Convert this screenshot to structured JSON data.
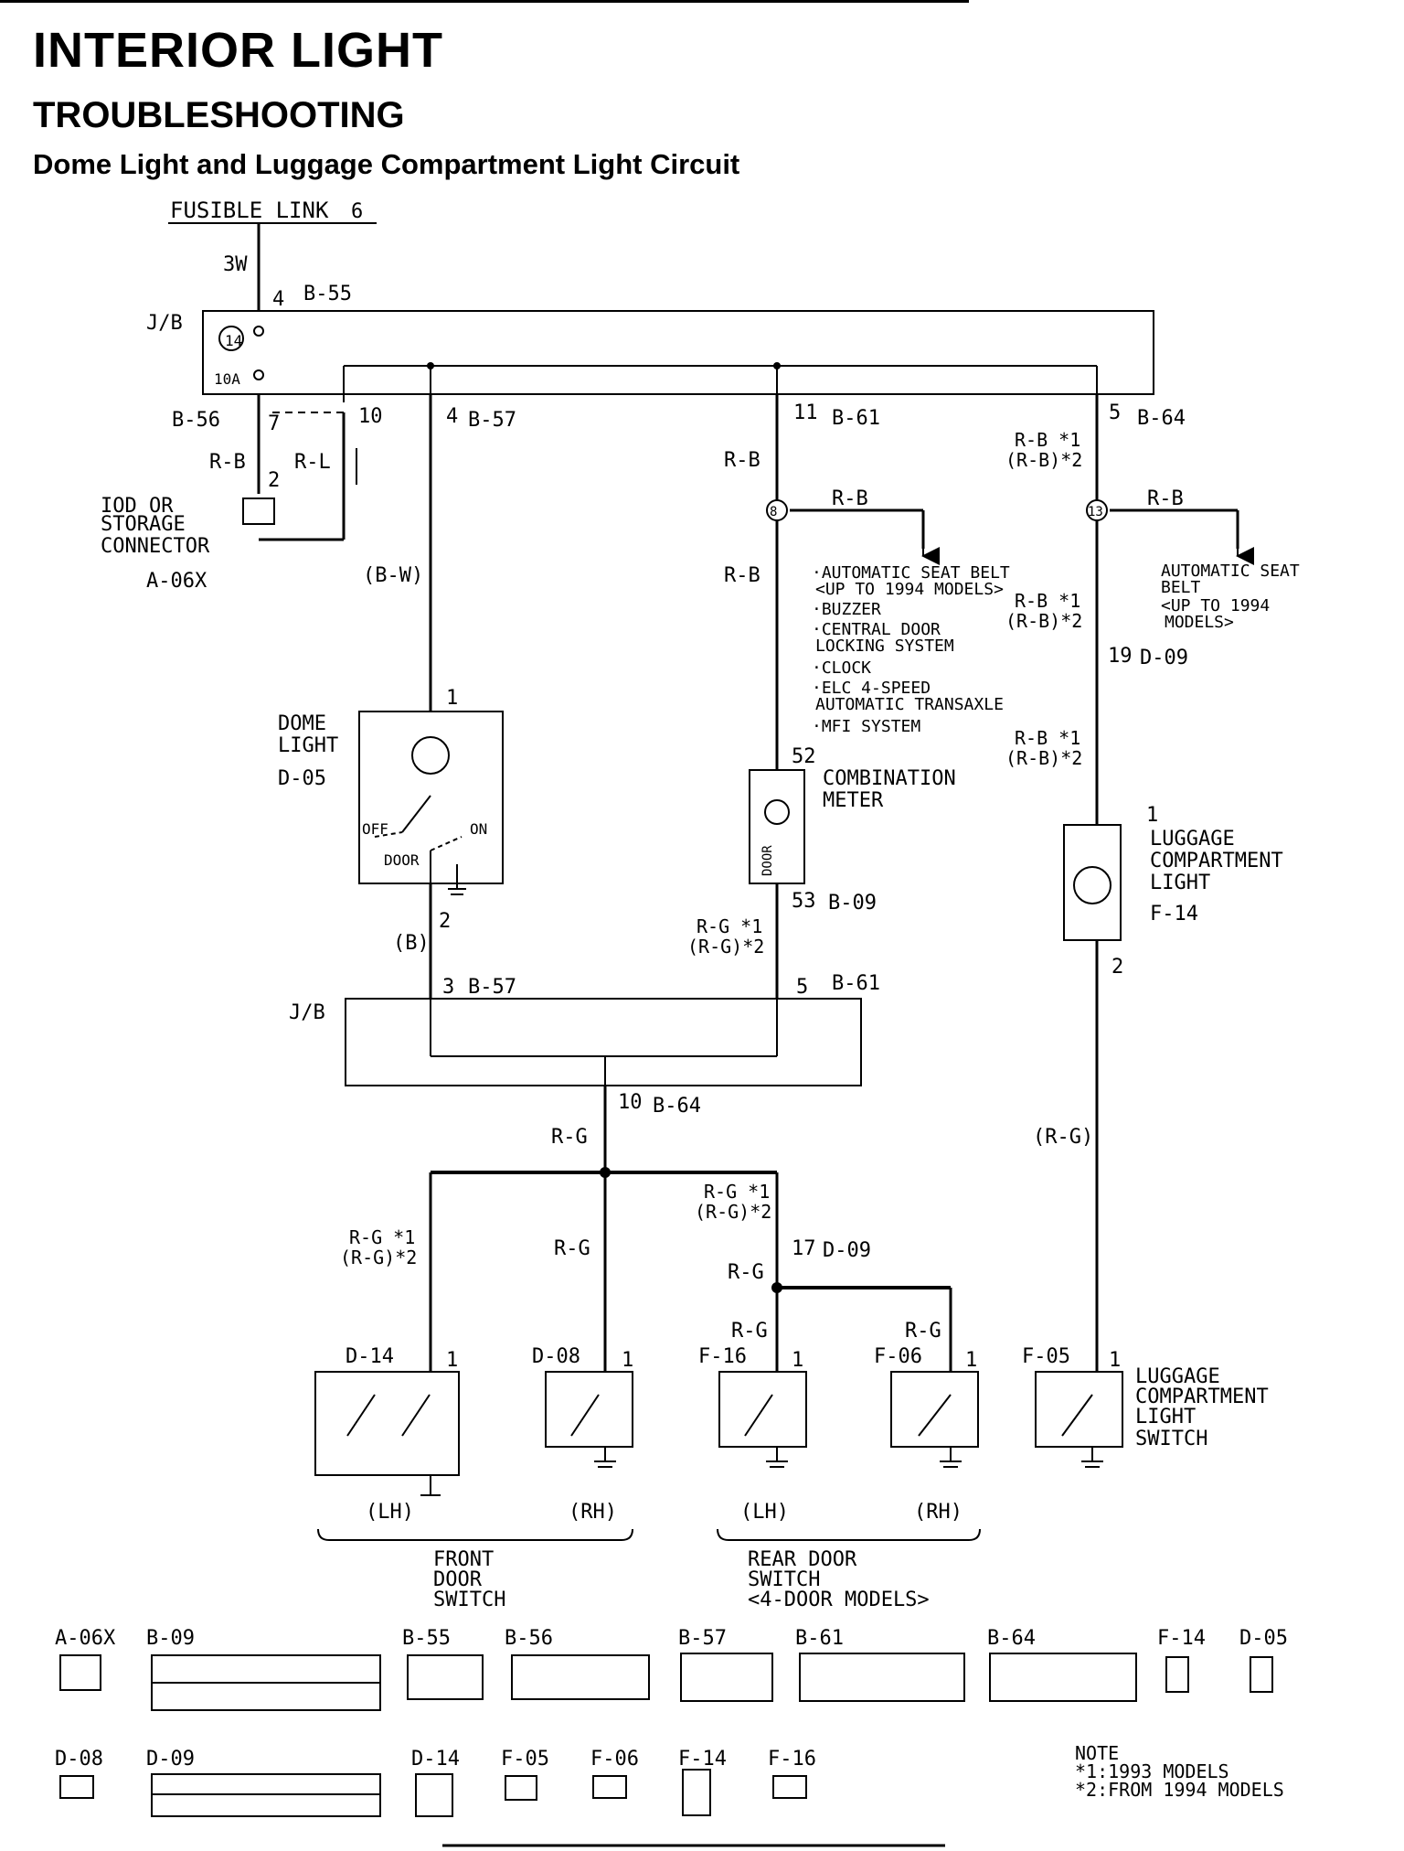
{
  "headings": {
    "title": "INTERIOR LIGHT",
    "section": "TROUBLESHOOTING",
    "subtitle": "Dome Light and Luggage Compartment Light Circuit"
  },
  "power": {
    "source": "FUSIBLE LINK",
    "source_num": "6",
    "wire": "3W"
  },
  "jb_top": {
    "label": "J/B",
    "fuse_no": "14",
    "fuse_rating": "10A"
  },
  "jb_bottom": {
    "label": "J/B"
  },
  "pins": {
    "p4": "4",
    "p7": "7",
    "p10": "10",
    "p4b": "4",
    "p11": "11",
    "p5": "5",
    "p2": "2",
    "p1dome": "1",
    "p2dome": "2",
    "p3jb": "3",
    "p5jb": "5",
    "p52": "52",
    "p53": "53",
    "p19": "19",
    "p1lug": "1",
    "p2lug": "2",
    "p10b": "10",
    "p17": "17",
    "p1fl": "1",
    "p1fr": "1",
    "p1rl": "1",
    "p1rr": "1",
    "p1ls": "1"
  },
  "connectors_inline": {
    "b55": "B-55",
    "b56": "B-56",
    "b57a": "B-57",
    "b61a": "B-61",
    "b64a": "B-64",
    "a06x": "A-06X",
    "d05": "D-05",
    "b09": "B-09",
    "b57b": "B-57",
    "b61b": "B-61",
    "d09a": "D-09",
    "f14": "F-14",
    "b64b": "B-64",
    "d09b": "D-09",
    "d14": "D-14",
    "d08": "D-08",
    "f16": "F-16",
    "f06": "F-06",
    "f05": "F-05"
  },
  "wires": {
    "rb1": "R-B",
    "rl": "R-L",
    "rb2": "R-B",
    "rb3": "R-B",
    "rb4": "R-B",
    "rb_m1": "R-B *1",
    "rb_m2": "(R-B)*2",
    "rb5": "R-B",
    "rb_m3": "R-B *1",
    "rb_m4": "(R-B)*2",
    "rb_m5": "R-B *1",
    "rb_m6": "(R-B)*2",
    "bw": "(B-W)",
    "b": "(B)",
    "rg_m1": "R-G *1",
    "rg_m2": "(R-G)*2",
    "rg1": "R-G",
    "rg_m3": "R-G *1",
    "rg_m4": "(R-G)*2",
    "rg2": "R-G",
    "rg_m5": "R-G *1",
    "rg_m6": "(R-G)*2",
    "rg3": "R-G",
    "rg4": "R-G",
    "rg5": "R-G",
    "rg_lug": "(R-G)"
  },
  "junctions": {
    "j8": "8",
    "j13": "13"
  },
  "components": {
    "iod1": "IOD OR",
    "iod2": "STORAGE",
    "iod3": "CONNECTOR",
    "dome1": "DOME",
    "dome2": "LIGHT",
    "off": "OFF",
    "on": "ON",
    "door": "DOOR",
    "comb1": "COMBINATION",
    "comb2": "METER",
    "comb_door": "DOOR",
    "lug1": "LUGGAGE",
    "lug2": "COMPARTMENT",
    "lug3": "LIGHT",
    "lsw1": "LUGGAGE",
    "lsw2": "COMPARTMENT",
    "lsw3": "LIGHT",
    "lsw4": "SWITCH",
    "lh1": "(LH)",
    "rh1": "(RH)",
    "lh2": "(LH)",
    "rh2": "(RH)",
    "fds1": "FRONT",
    "fds2": "DOOR",
    "fds3": "SWITCH",
    "rds1": "REAR DOOR",
    "rds2": "SWITCH",
    "rds3": "<4-DOOR MODELS>"
  },
  "dest_list": {
    "l1": "·AUTOMATIC SEAT BELT",
    "l2": "<UP TO 1994 MODELS>",
    "l3": "·BUZZER",
    "l4": "·CENTRAL DOOR",
    "l5": "LOCKING SYSTEM",
    "l6": "·CLOCK",
    "l7": "·ELC 4-SPEED",
    "l8": "AUTOMATIC TRANSAXLE",
    "l9": "·MFI SYSTEM"
  },
  "dest_right": {
    "l1": "AUTOMATIC SEAT",
    "l2": "BELT",
    "l3": "<UP TO 1994",
    "l4": "MODELS>"
  },
  "connector_table": {
    "a06x": "A-06X",
    "b09": "B-09",
    "b55": "B-55",
    "b56": "B-56",
    "b57": "B-57",
    "b61": "B-61",
    "b64": "B-64",
    "f14": "F-14",
    "d05": "D-05",
    "d08": "D-08",
    "d09": "D-09",
    "d14": "D-14",
    "f05": "F-05",
    "f06": "F-06",
    "f16": "F-16"
  },
  "note": {
    "title": "NOTE",
    "n1": "*1:1993 MODELS",
    "n2": "*2:FROM 1994 MODELS"
  }
}
